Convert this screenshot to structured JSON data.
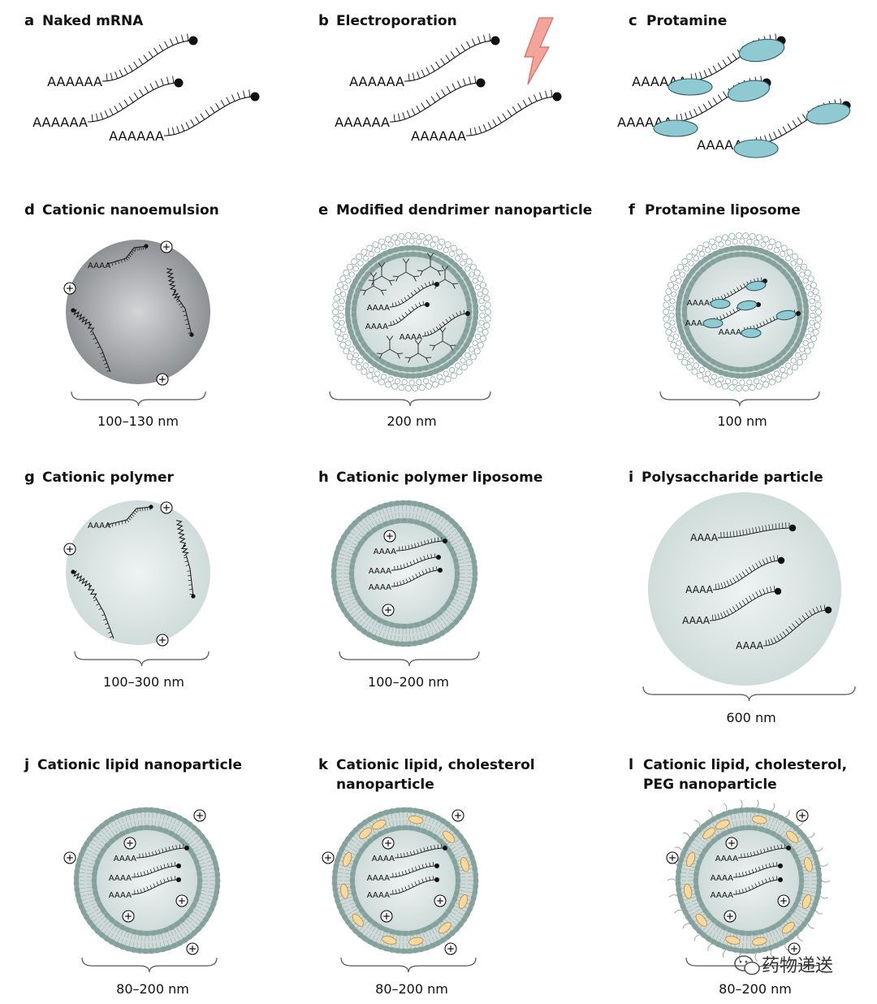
{
  "panels": [
    {
      "letter": "a",
      "title": "Naked mRNA"
    },
    {
      "letter": "b",
      "title": "Electroporation"
    },
    {
      "letter": "c",
      "title": "Protamine"
    },
    {
      "letter": "d",
      "title": "Cationic nanoemulsion",
      "size": "100–130 nm"
    },
    {
      "letter": "e",
      "title": "Modified dendrimer nanoparticle",
      "size": "200 nm"
    },
    {
      "letter": "f",
      "title": "Protamine liposome",
      "size": "100 nm"
    },
    {
      "letter": "g",
      "title": "Cationic polymer",
      "size": "100–300 nm"
    },
    {
      "letter": "h",
      "title": "Cationic polymer liposome",
      "size": "100–200 nm"
    },
    {
      "letter": "i",
      "title": "Polysaccharide particle",
      "size": "600 nm"
    },
    {
      "letter": "j",
      "title": "Cationic lipid nanoparticle",
      "size": "80–200 nm"
    },
    {
      "letter": "k",
      "title": "Cationic lipid, cholesterol",
      "title2": "nanoparticle",
      "size": "80–200 nm"
    },
    {
      "letter": "l",
      "title": "Cationic lipid, cholesterol,",
      "title2": "PEG nanoparticle",
      "size": "80–200 nm"
    }
  ],
  "polyA": "AAAAAA",
  "polyA_short": "AAAA",
  "plus": "+",
  "watermark": "药物递送",
  "colors": {
    "ink": "#111111",
    "membrane": "#8fa9a4",
    "particle_fill": "#d9e4e1",
    "emulsion_dark": "#8e9194",
    "protamine": "#8fcad3",
    "cholesterol": "#f7d9a0",
    "bolt": "#f08a80"
  }
}
